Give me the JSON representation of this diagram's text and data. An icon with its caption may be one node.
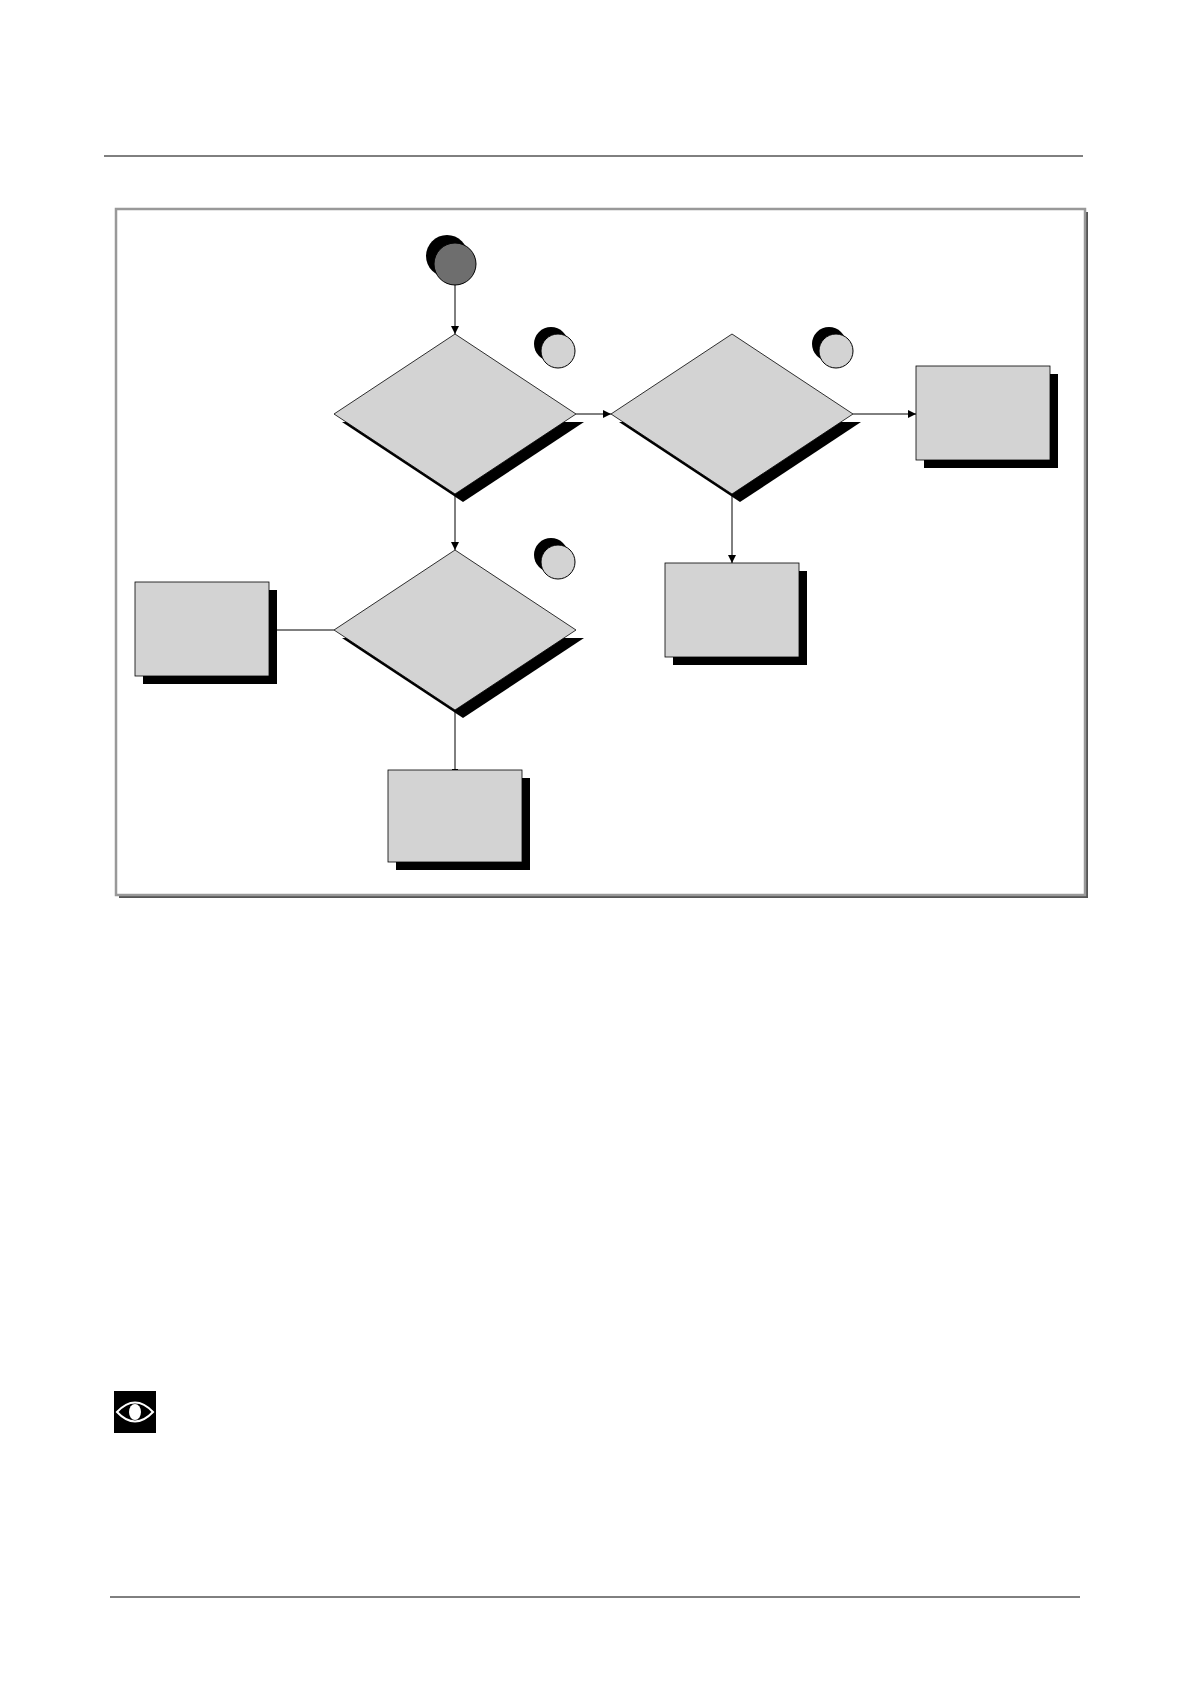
{
  "diagram": {
    "nodes": [
      {
        "text": [],
        "shape": "circle"
      },
      {
        "text": [],
        "shape": "circle"
      },
      {
        "text": [],
        "shape": "circle"
      },
      {
        "text": [],
        "shape": "diamond"
      },
      {
        "text": [],
        "shape": "diamond"
      },
      {
        "text": [],
        "shape": "box"
      },
      {
        "text": [],
        "shape": "circle"
      },
      {
        "text": [],
        "shape": "diamond"
      },
      {
        "text": [],
        "shape": "box"
      },
      {
        "text": [],
        "shape": "box"
      },
      {
        "text": [],
        "shape": "box"
      }
    ],
    "edges": [
      {
        "from": 0,
        "to": 3,
        "arrow": "to"
      },
      {
        "from": 3,
        "to": 4,
        "arrow": "to"
      },
      {
        "from": 4,
        "to": 5,
        "arrow": "to"
      },
      {
        "from": 4,
        "to": 8,
        "arrow": "to"
      },
      {
        "from": 3,
        "to": 7,
        "arrow": "to"
      },
      {
        "from": 7,
        "to": 9,
        "arrow": "other"
      },
      {
        "from": 7,
        "to": 10,
        "arrow": "other"
      }
    ]
  }
}
